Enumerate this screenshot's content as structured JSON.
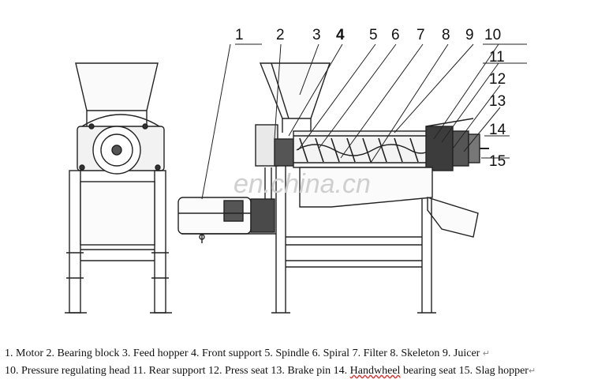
{
  "callout_numbers": [
    "1",
    "2",
    "3",
    "4",
    "5",
    "6",
    "7",
    "8",
    "9",
    "10",
    "11",
    "12",
    "13",
    "14",
    "15"
  ],
  "watermark": "en.china.cn",
  "legend": {
    "line1": "1. Motor 2. Bearing block 3. Feed hopper 4. Front support 5. Spindle 6. Spiral 7. Filter 8. Skeleton 9. Juicer",
    "line2_before": "10. Pressure regulating head 11. Rear support 12. Press seat 13. Brake pin 14. ",
    "line2_underlined": "Handwheel",
    "line2_after": " bearing seat 15. Slag hopper"
  },
  "marks": {
    "return": "↵"
  }
}
